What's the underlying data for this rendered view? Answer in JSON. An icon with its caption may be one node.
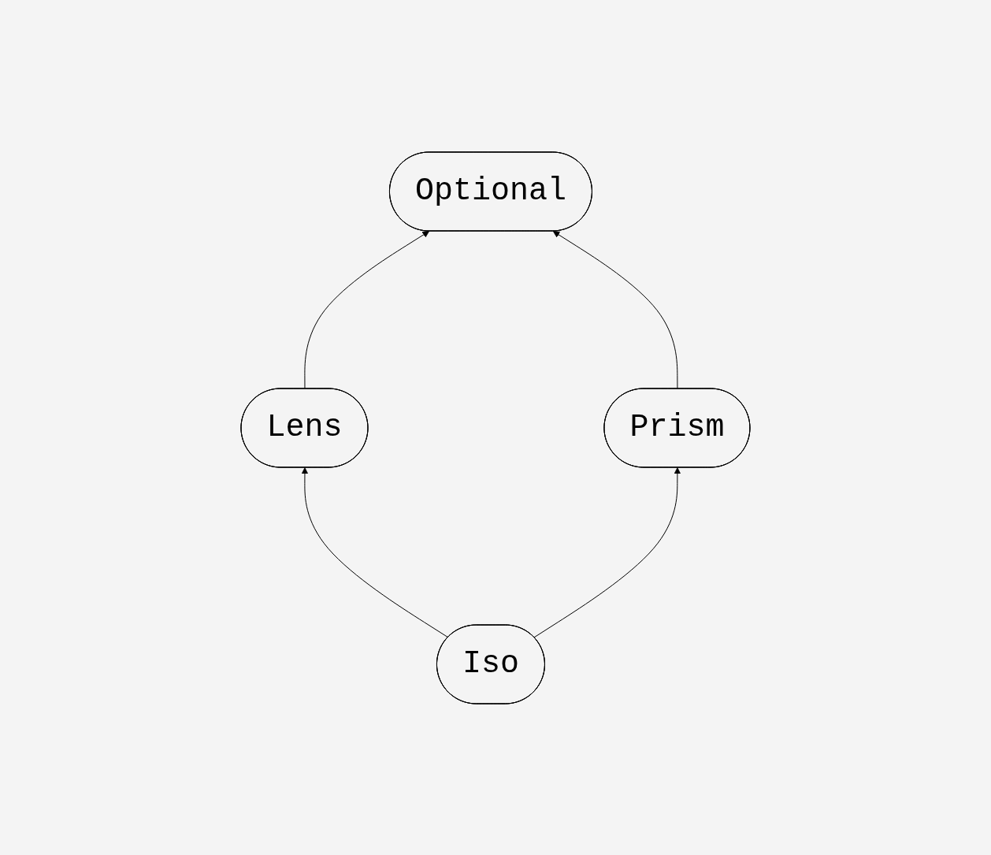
{
  "diagram": {
    "nodes": [
      {
        "text": [
          "Optional"
        ]
      },
      {
        "text": [
          "Lens"
        ]
      },
      {
        "text": [
          "Prism"
        ]
      },
      {
        "text": [
          "Iso"
        ]
      }
    ],
    "edges": [
      {
        "from": 1,
        "to": 0,
        "arrow": "to"
      },
      {
        "from": 2,
        "to": 0,
        "arrow": "to"
      },
      {
        "from": 3,
        "to": 1,
        "arrow": "to"
      },
      {
        "from": 3,
        "to": 2,
        "arrow": "to"
      }
    ]
  }
}
